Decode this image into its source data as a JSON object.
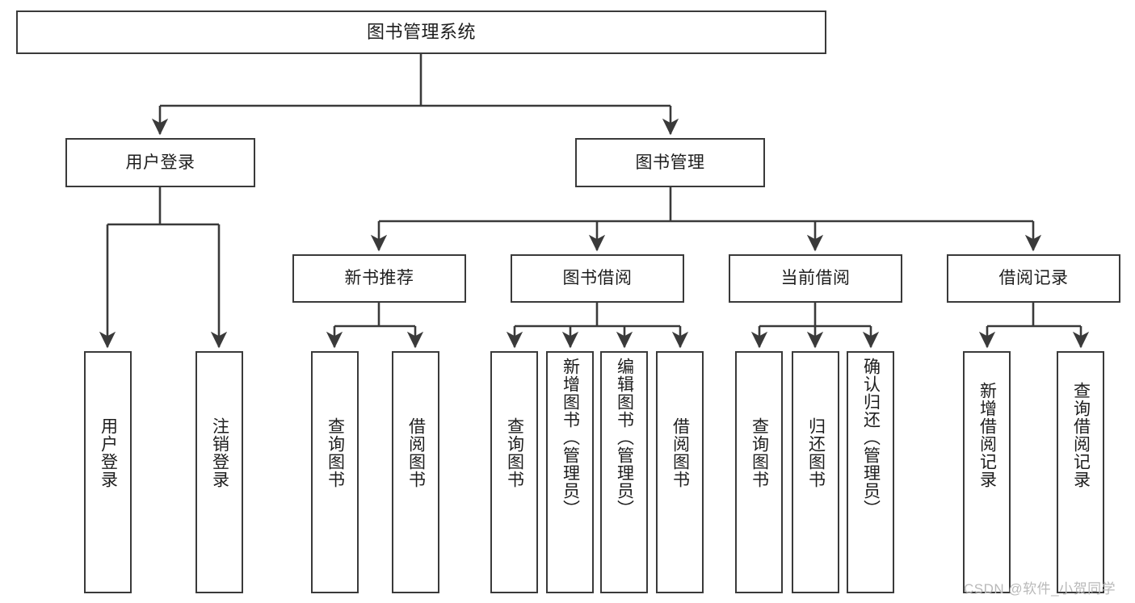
{
  "diagram": {
    "title": "图书管理系统",
    "watermark": "CSDN @软件_小贺同学",
    "colors": {
      "box_border": "#3a3a3a",
      "box_fill": "#ffffff",
      "edge": "#3a3a3a",
      "text": "#1d1d1d",
      "watermark": "#b9b9b9"
    },
    "levels": {
      "level1": [
        {
          "id": "root",
          "label": "图书管理系统"
        }
      ],
      "level2": [
        {
          "id": "user-login",
          "label": "用户登录"
        },
        {
          "id": "book-manage",
          "label": "图书管理"
        }
      ],
      "level3": [
        {
          "id": "new-book-rec",
          "label": "新书推荐"
        },
        {
          "id": "book-borrow",
          "label": "图书借阅"
        },
        {
          "id": "current-borrow",
          "label": "当前借阅"
        },
        {
          "id": "borrow-record",
          "label": "借阅记录"
        }
      ],
      "level4": [
        {
          "id": "leaf-user-login",
          "label": "用户登录"
        },
        {
          "id": "leaf-logout",
          "label": "注销登录"
        },
        {
          "id": "leaf-query-book-1",
          "label": "查询图书"
        },
        {
          "id": "leaf-borrow-book-1",
          "label": "借阅图书"
        },
        {
          "id": "leaf-query-book-2",
          "label": "查询图书"
        },
        {
          "id": "leaf-add-book",
          "label": "新增图书（管理员）"
        },
        {
          "id": "leaf-edit-book",
          "label": "编辑图书（管理员）"
        },
        {
          "id": "leaf-borrow-book-2",
          "label": "借阅图书"
        },
        {
          "id": "leaf-query-book-3",
          "label": "查询图书"
        },
        {
          "id": "leaf-return-book",
          "label": "归还图书"
        },
        {
          "id": "leaf-confirm-return",
          "label": "确认归还（管理员）"
        },
        {
          "id": "leaf-add-record",
          "label": "新增借阅记录"
        },
        {
          "id": "leaf-query-record",
          "label": "查询借阅记录"
        }
      ]
    },
    "edges": [
      {
        "from": "root",
        "to": "user-login"
      },
      {
        "from": "root",
        "to": "book-manage"
      },
      {
        "from": "user-login",
        "to": "leaf-user-login"
      },
      {
        "from": "user-login",
        "to": "leaf-logout"
      },
      {
        "from": "book-manage",
        "to": "new-book-rec"
      },
      {
        "from": "book-manage",
        "to": "book-borrow"
      },
      {
        "from": "book-manage",
        "to": "current-borrow"
      },
      {
        "from": "book-manage",
        "to": "borrow-record"
      },
      {
        "from": "new-book-rec",
        "to": "leaf-query-book-1"
      },
      {
        "from": "new-book-rec",
        "to": "leaf-borrow-book-1"
      },
      {
        "from": "book-borrow",
        "to": "leaf-query-book-2"
      },
      {
        "from": "book-borrow",
        "to": "leaf-add-book"
      },
      {
        "from": "book-borrow",
        "to": "leaf-edit-book"
      },
      {
        "from": "book-borrow",
        "to": "leaf-borrow-book-2"
      },
      {
        "from": "current-borrow",
        "to": "leaf-query-book-3"
      },
      {
        "from": "current-borrow",
        "to": "leaf-return-book"
      },
      {
        "from": "current-borrow",
        "to": "leaf-confirm-return"
      },
      {
        "from": "borrow-record",
        "to": "leaf-add-record"
      },
      {
        "from": "borrow-record",
        "to": "leaf-query-record"
      }
    ]
  }
}
